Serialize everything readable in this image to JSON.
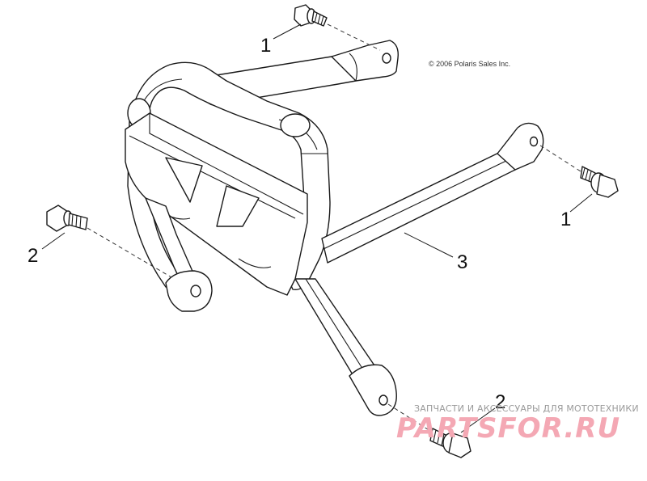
{
  "copyright": "© 2006 Polaris Sales Inc.",
  "callouts": {
    "top_left": "1",
    "right": "1",
    "left": "2",
    "bottom_right": "2",
    "tube": "3"
  },
  "watermark": {
    "caption": "ЗАПЧАСТИ И АКСЕССУАРЫ ДЛЯ МОТОТЕХНИКИ",
    "logo": "PARTSFOR.RU",
    "logo_color": "#f4a8b4"
  }
}
